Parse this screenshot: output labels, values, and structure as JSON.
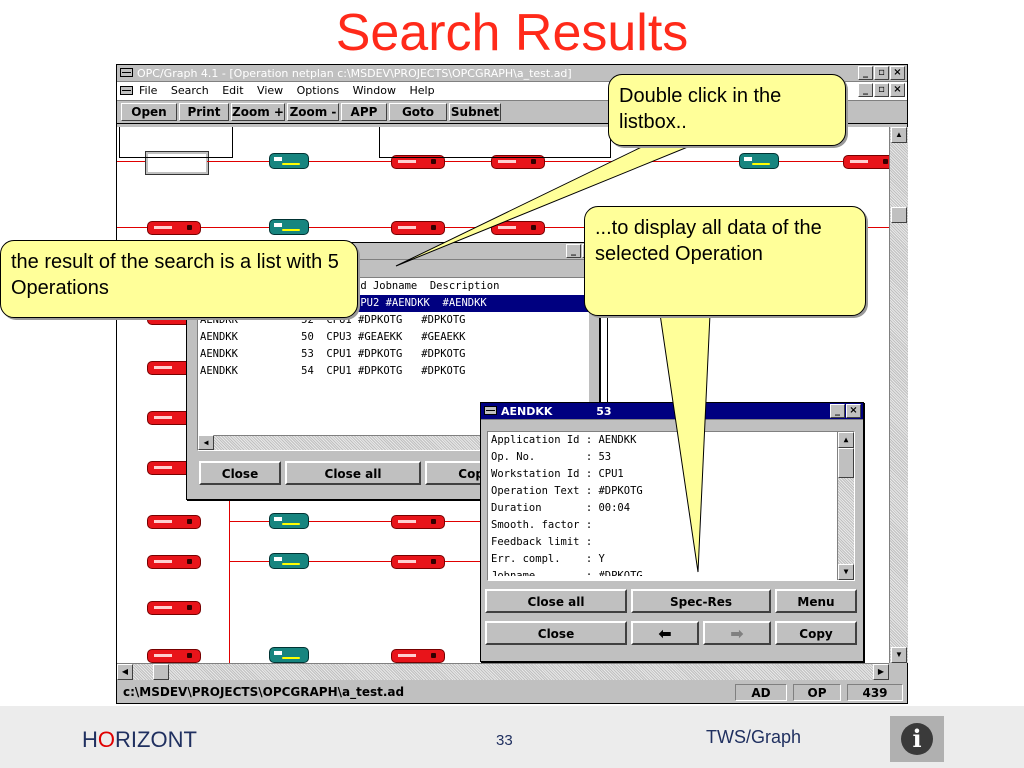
{
  "slide": {
    "title": "Search Results"
  },
  "app": {
    "title": "OPC/Graph 4.1 - [Operation netplan c:\\MSDEV\\PROJECTS\\OPCGRAPH\\a_test.ad]",
    "menu": [
      "File",
      "Search",
      "Edit",
      "View",
      "Options",
      "Window",
      "Help"
    ],
    "toolbar": [
      "Open",
      "Print",
      "Zoom +",
      "Zoom -",
      "APP",
      "Goto",
      "Subnet"
    ],
    "status": {
      "path": "c:\\MSDEV\\PROJECTS\\OPCGRAPH\\a_test.ad",
      "mode": "AD",
      "op": "OP",
      "count": "439"
    }
  },
  "search_dialog": {
    "header": "Id Jobname  Description",
    "rows": [
      "CPU2 #AENDKK  #AENDKK",
      "AENDKK          52  CPU1 #DPKOTG   #DPKOTG",
      "AENDKK          50  CPU3 #GEAEKK   #GEAEKK",
      "AENDKK          53  CPU1 #DPKOTG   #DPKOTG",
      "AENDKK          54  CPU1 #DPKOTG   #DPKOTG"
    ],
    "buttons": {
      "close": "Close",
      "close_all": "Close all",
      "copy": "Copy"
    }
  },
  "detail_dialog": {
    "title": "AENDKK",
    "title_num": "53",
    "lines": [
      "Application Id : AENDKK",
      "Op. No.        : 53",
      "Workstation Id : CPU1",
      "Operation Text : #DPKOTG",
      "Duration       : 00:04",
      "Smooth. factor :",
      "Feedback limit :",
      "Err. compl.    : Y",
      "Jobname        : #DPKOTG"
    ],
    "buttons": {
      "close_all": "Close all",
      "spec_res": "Spec-Res",
      "menu": "Menu",
      "close": "Close",
      "copy": "Copy"
    }
  },
  "callouts": {
    "double_click": "Double click in the listbox..",
    "display_data": "...to display all  data of the selected Operation",
    "result": "the result of the search is a list with 5 Operations"
  },
  "footer": {
    "brand_pre": "H",
    "brand_o": "O",
    "brand_post": "RIZONT",
    "page": "33",
    "product": "TWS/Graph"
  },
  "colors": {
    "title": "#ff2a1a",
    "callout": "#ffff99",
    "selection": "#000080",
    "node": "#e8141a",
    "node_alt": "#17857f"
  }
}
